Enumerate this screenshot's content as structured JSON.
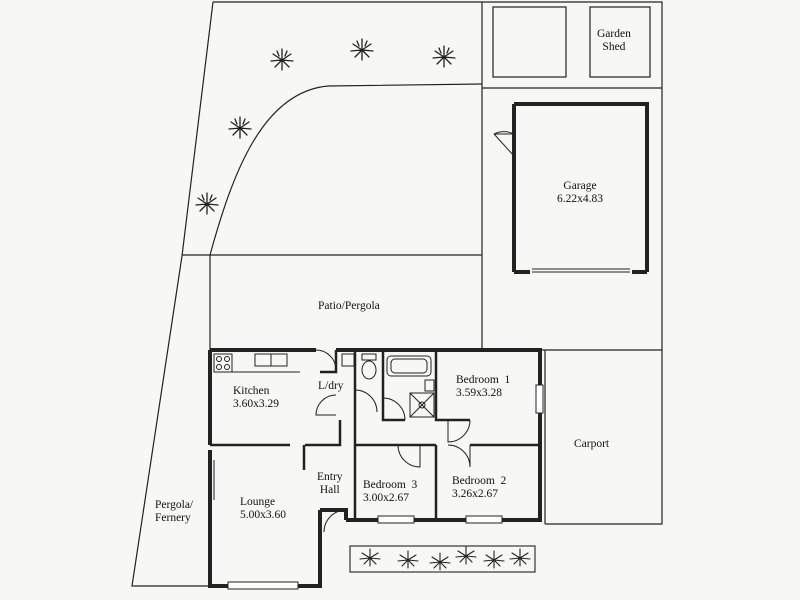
{
  "rooms": {
    "garden_shed": {
      "line1": "Garden",
      "line2": "Shed"
    },
    "garage": {
      "name": "Garage",
      "dims": "6.22x4.83"
    },
    "patio": {
      "name": "Patio/Pergola"
    },
    "kitchen": {
      "name": "Kitchen",
      "dims": "3.60x3.29"
    },
    "laundry": {
      "name": "L/dry"
    },
    "bedroom1": {
      "name": "Bedroom  1",
      "dims": "3.59x3.28"
    },
    "carport": {
      "name": "Carport"
    },
    "entry": {
      "line1": "Entry",
      "line2": "Hall"
    },
    "bedroom3": {
      "name": "Bedroom  3",
      "dims": "3.00x2.67"
    },
    "bedroom2": {
      "name": "Bedroom  2",
      "dims": "3.26x2.67"
    },
    "pergola": {
      "line1": "Pergola/",
      "line2": "Fernery"
    },
    "lounge": {
      "name": "Lounge",
      "dims": "5.00x3.60"
    }
  }
}
